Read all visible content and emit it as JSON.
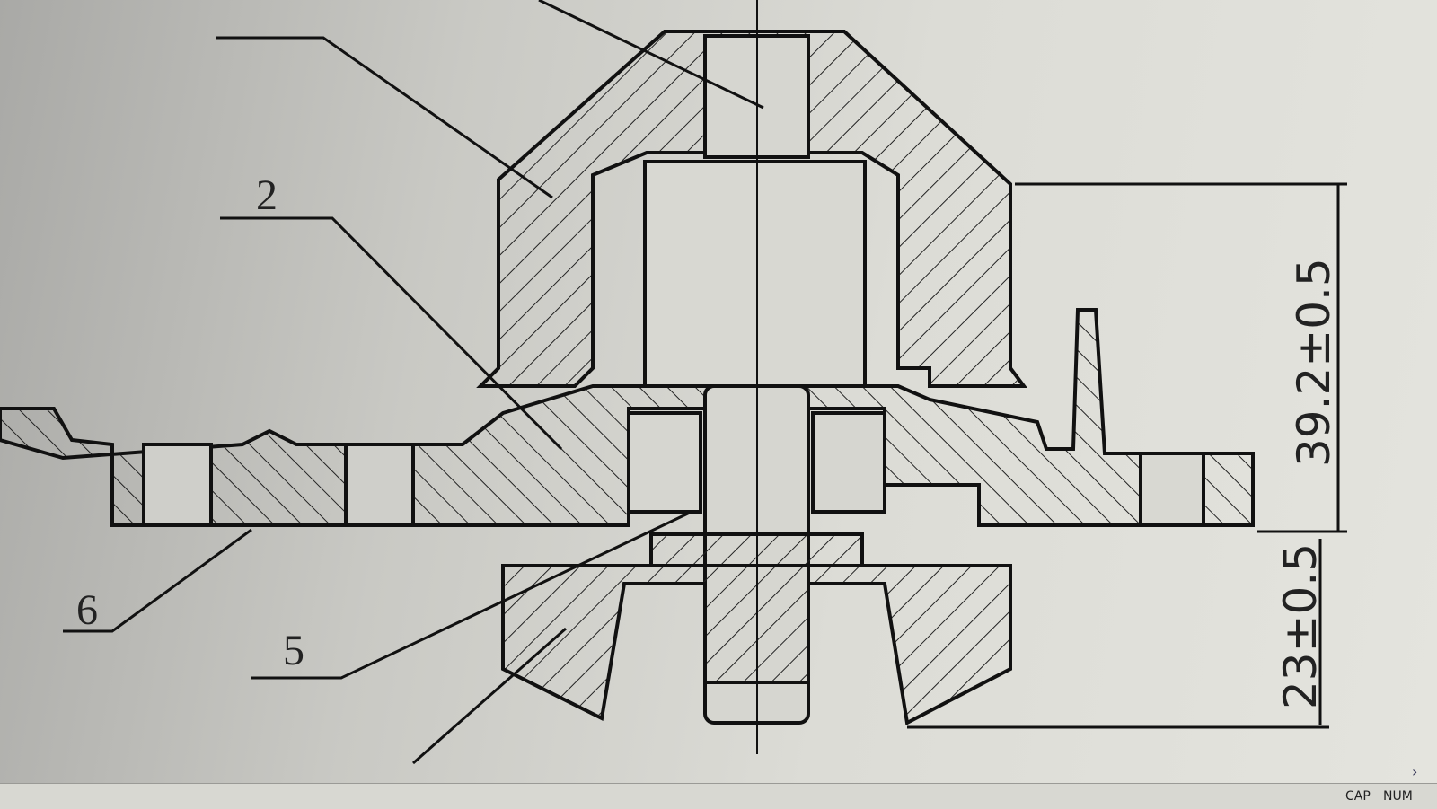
{
  "drawing": {
    "part_labels": [
      "2",
      "6",
      "5"
    ],
    "dimensions": [
      "39.2±0.5",
      "23±0.5"
    ]
  },
  "statusbar": {
    "cap": "CAP",
    "num": "NUM"
  },
  "icons": {
    "scroll_right": "chevron-right-icon"
  }
}
